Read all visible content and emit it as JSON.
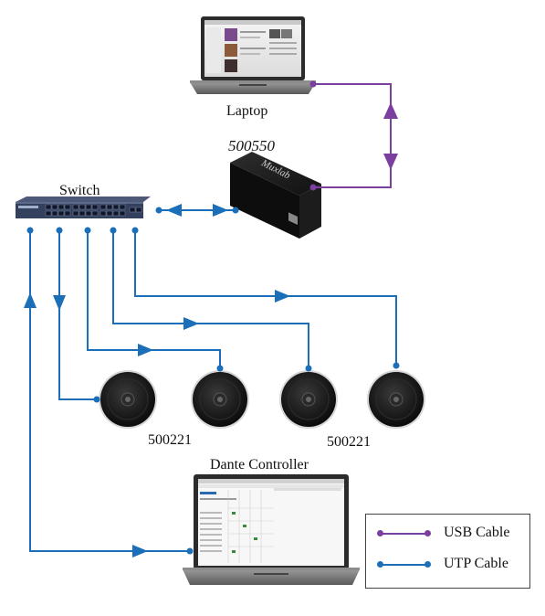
{
  "labels": {
    "laptop": "Laptop",
    "adapter": "500550",
    "switch": "Switch",
    "speaker_left": "500221",
    "speaker_right": "500221",
    "dante_controller": "Dante Controller"
  },
  "logos": {
    "adapter_brand": "Muxlab"
  },
  "legend": {
    "usb": "USB Cable",
    "utp": "UTP Cable"
  },
  "colors": {
    "usb": "#7b3fa0",
    "utp": "#1a6fb8"
  },
  "icons": [
    "laptop-icon",
    "usb-dante-adapter-icon",
    "network-switch-icon",
    "ceiling-speaker-icon",
    "laptop-dante-controller-icon"
  ]
}
